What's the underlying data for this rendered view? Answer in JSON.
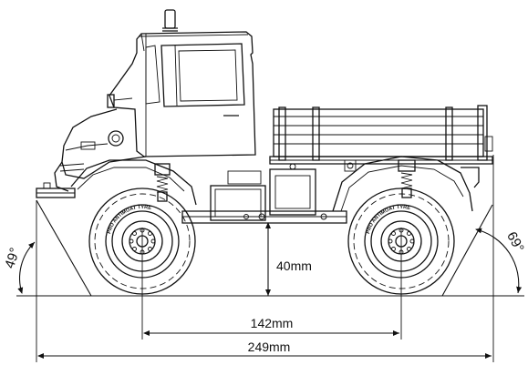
{
  "dimensions": {
    "ground_clearance": "40mm",
    "wheelbase": "142mm",
    "overall_length": "249mm"
  },
  "angles": {
    "approach": "49°",
    "departure": "69°"
  },
  "tire_text": "PRO ANTIMOAT TYRE",
  "colors": {
    "line": "#111111",
    "background": "#ffffff"
  }
}
